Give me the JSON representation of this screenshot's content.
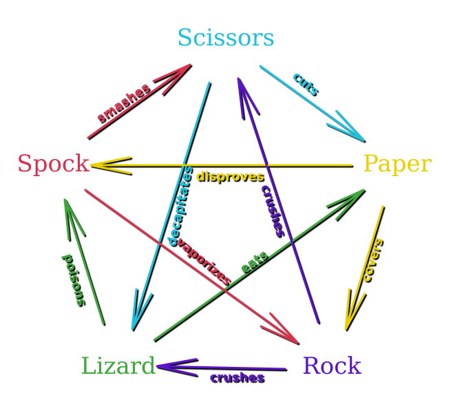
{
  "nodes": {
    "scissors": {
      "label": "Scissors",
      "color": "#1bc1dc"
    },
    "paper": {
      "label": "Paper",
      "color": "#e8d000"
    },
    "rock": {
      "label": "Rock",
      "color": "#5a12c8"
    },
    "lizard": {
      "label": "Lizard",
      "color": "#3da83a"
    },
    "spock": {
      "label": "Spock",
      "color": "#d8304e"
    }
  },
  "edges": {
    "scissors_paper": {
      "label": "cuts",
      "from": "Scissors",
      "to": "Paper",
      "color": "#1bc1dc"
    },
    "paper_rock": {
      "label": "covers",
      "from": "Paper",
      "to": "Rock",
      "color": "#e8d000"
    },
    "rock_lizard": {
      "label": "crushes",
      "from": "Rock",
      "to": "Lizard",
      "color": "#5a12c8"
    },
    "lizard_spock": {
      "label": "poisons",
      "from": "Lizard",
      "to": "Spock",
      "color": "#3da83a"
    },
    "spock_scissors": {
      "label": "smashes",
      "from": "Spock",
      "to": "Scissors",
      "color": "#d8304e"
    },
    "scissors_lizard": {
      "label": "decapitates",
      "from": "Scissors",
      "to": "Lizard",
      "color": "#1bc1dc"
    },
    "lizard_paper": {
      "label": "eats",
      "from": "Lizard",
      "to": "Paper",
      "color": "#3da83a"
    },
    "paper_spock": {
      "label": "disproves",
      "from": "Paper",
      "to": "Spock",
      "color": "#e8d000"
    },
    "spock_rock": {
      "label": "vaporizes",
      "from": "Spock",
      "to": "Rock",
      "color": "#d8304e"
    },
    "rock_scissors": {
      "label": "crushes",
      "from": "Rock",
      "to": "Scissors",
      "color": "#5a12c8"
    }
  }
}
